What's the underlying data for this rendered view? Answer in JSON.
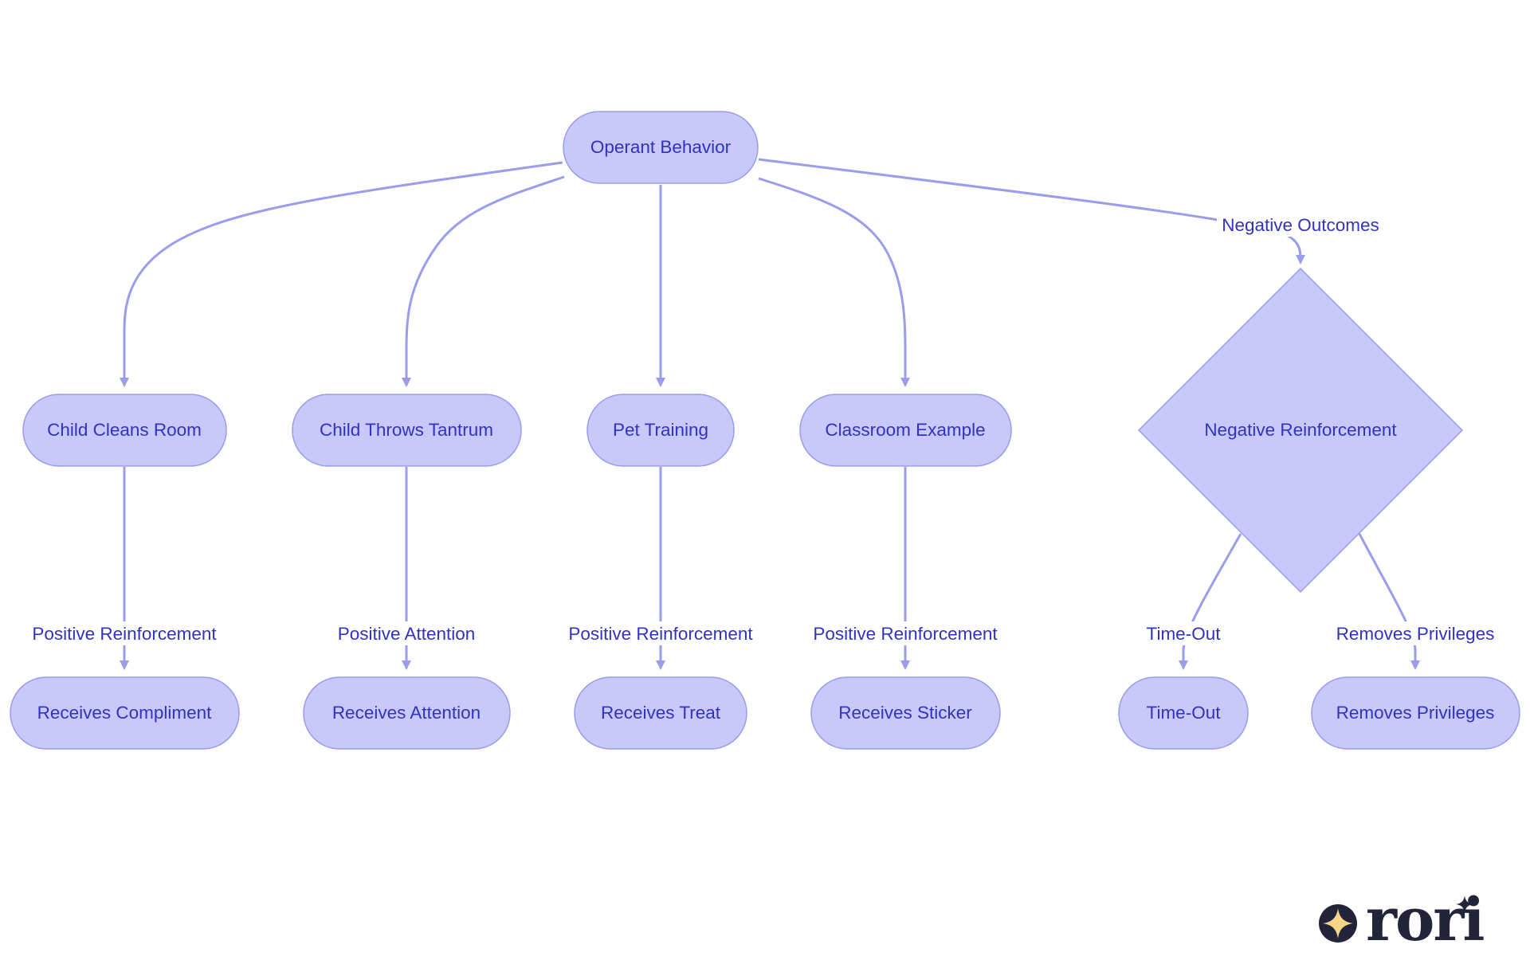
{
  "colors": {
    "node_fill": "#c8c8fb",
    "node_stroke": "#9a9cec",
    "edge": "#9a9cec",
    "text": "#3232c0",
    "label_bg": "#ffffff",
    "logo_dark": "#23233a",
    "logo_star": "#f5d58a"
  },
  "nodes": {
    "operant_behavior": "Operant Behavior",
    "child_cleans_room": "Child Cleans Room",
    "child_throws_tantrum": "Child Throws Tantrum",
    "pet_training": "Pet Training",
    "classroom_example": "Classroom Example",
    "negative_reinforcement": "Negative Reinforcement",
    "receives_compliment": "Receives Compliment",
    "receives_attention": "Receives Attention",
    "receives_treat": "Receives Treat",
    "receives_sticker": "Receives Sticker",
    "time_out": "Time-Out",
    "removes_privileges": "Removes Privileges"
  },
  "edge_labels": {
    "negative_outcomes": "Negative Outcomes",
    "positive_reinforcement_1": "Positive Reinforcement",
    "positive_attention": "Positive Attention",
    "positive_reinforcement_2": "Positive Reinforcement",
    "positive_reinforcement_3": "Positive Reinforcement",
    "time_out": "Time-Out",
    "removes_privileges": "Removes Privileges"
  },
  "logo": {
    "wordmark": "rori",
    "star_icon": "four-point-star-icon"
  }
}
